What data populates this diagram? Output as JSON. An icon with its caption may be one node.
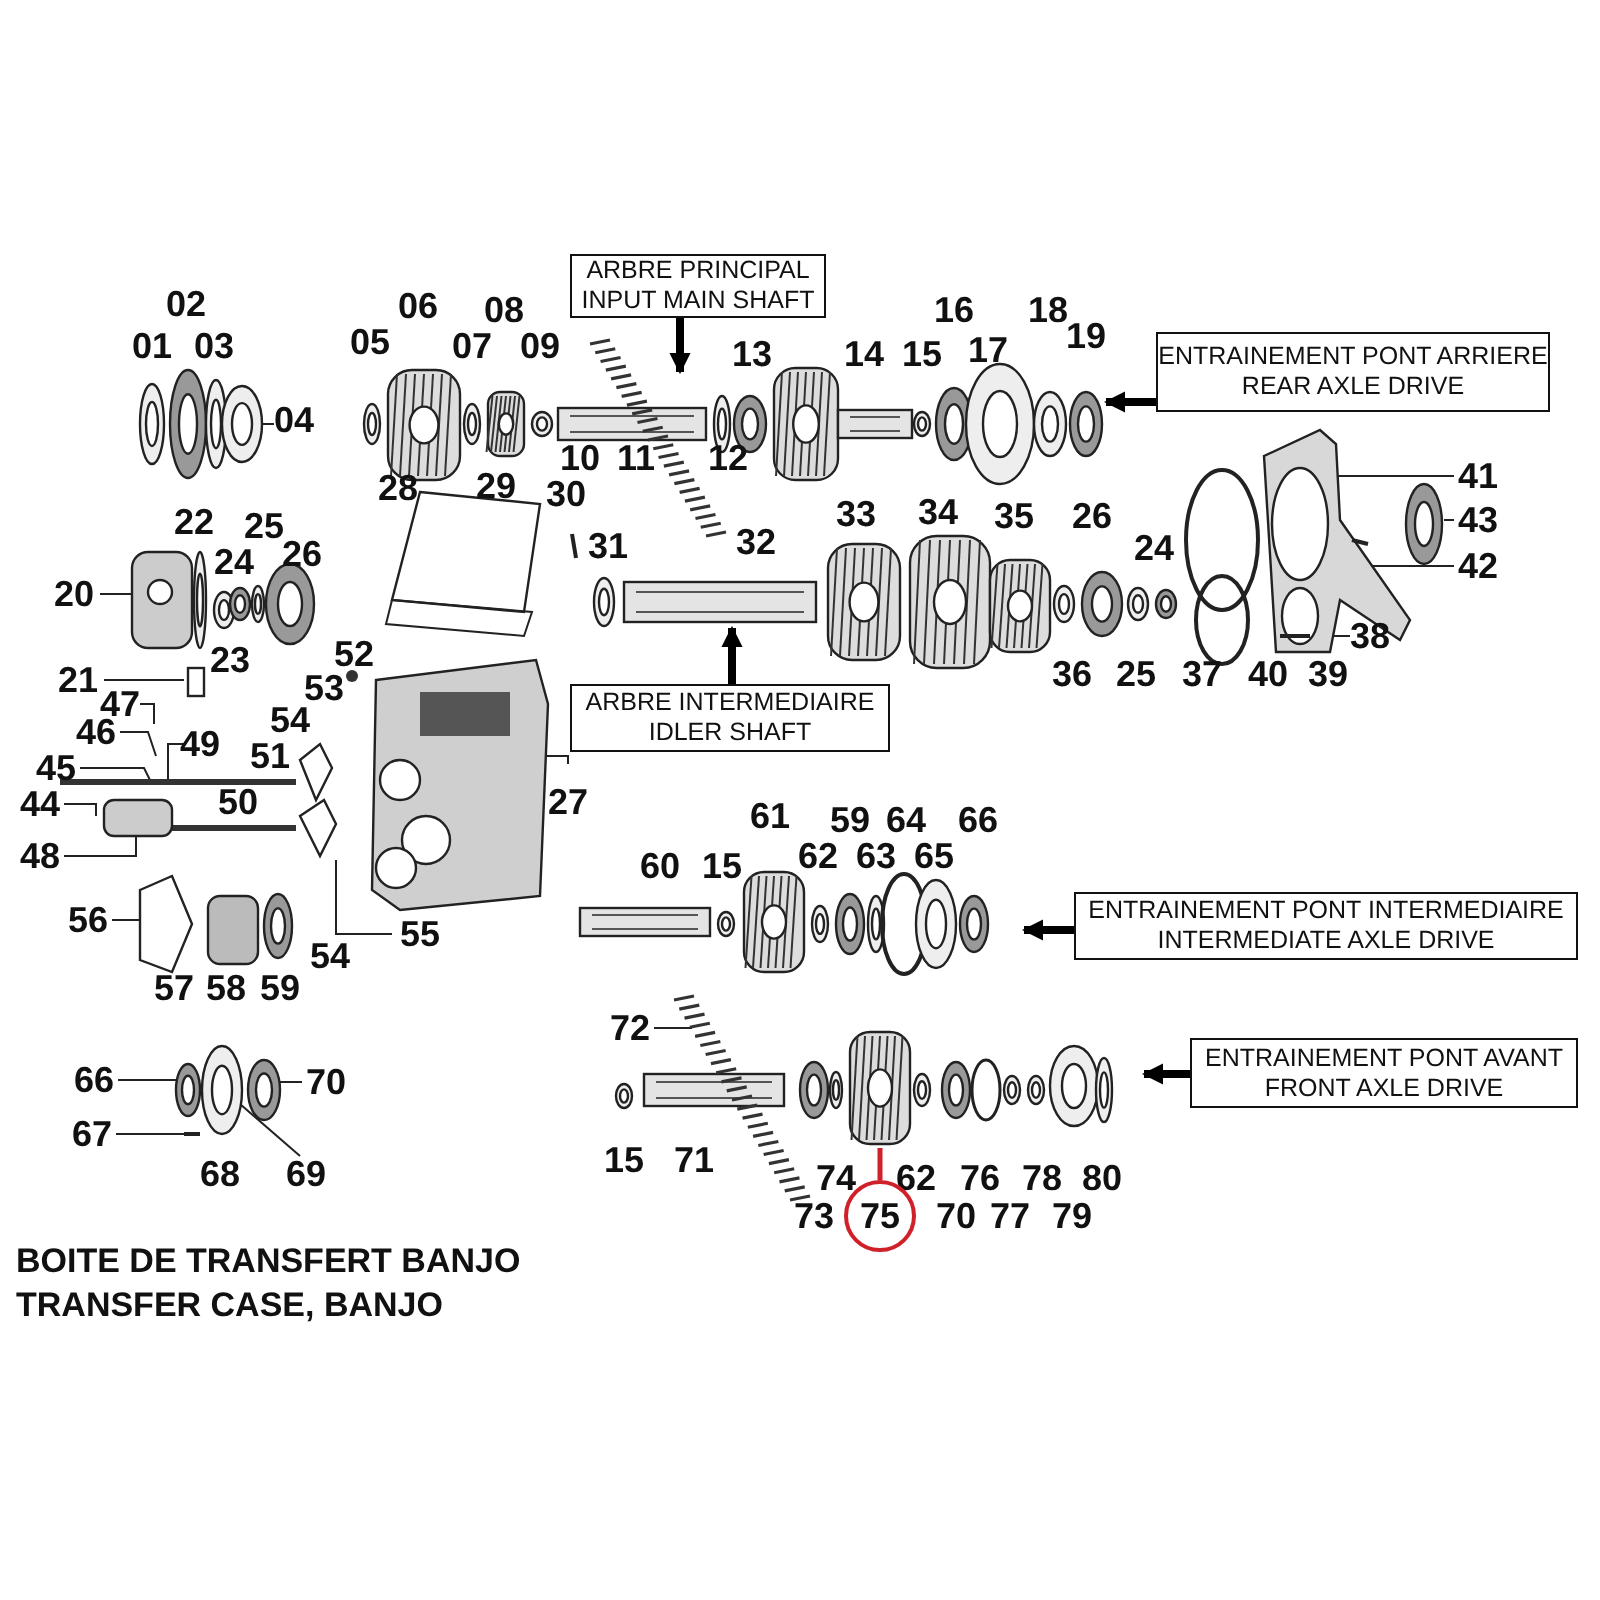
{
  "diagram": {
    "title": "BOITE DE TRANSFERT BANJO TRANSFER CASE, BANJO",
    "nodes": [
      {
        "text": [
          "ARBRE PRINCIPAL",
          "INPUT MAIN SHAFT"
        ]
      },
      {
        "text": [
          "ENTRAINEMENT PONT ARRIERE",
          "REAR AXLE DRIVE"
        ]
      },
      {
        "text": [
          "ARBRE INTERMEDIAIRE",
          "IDLER SHAFT"
        ]
      },
      {
        "text": [
          "ENTRAINEMENT PONT INTERMEDIAIRE",
          "INTERMEDIATE AXLE DRIVE"
        ]
      },
      {
        "text": [
          "ENTRAINEMENT PONT AVANT",
          "FRONT AXLE DRIVE"
        ]
      },
      {
        "text": [
          "75"
        ]
      }
    ],
    "edges": [
      {
        "from": 0,
        "to": null,
        "arrow": "to"
      },
      {
        "from": 1,
        "to": null,
        "arrow": "to"
      },
      {
        "from": 2,
        "to": null,
        "arrow": "to"
      },
      {
        "from": 3,
        "to": null,
        "arrow": "to"
      },
      {
        "from": 4,
        "to": null,
        "arrow": "to"
      },
      {
        "from": 5,
        "to": null,
        "arrow": "none",
        "color": "#d0212a"
      }
    ],
    "labels": [
      "01",
      "02",
      "03",
      "04",
      "05",
      "06",
      "07",
      "08",
      "09",
      "10",
      "11",
      "12",
      "13",
      "14",
      "15",
      "16",
      "17",
      "18",
      "19",
      "20",
      "22",
      "25",
      "24",
      "26",
      "28",
      "29",
      "30",
      "31",
      "32",
      "33",
      "34",
      "35",
      "26",
      "24",
      "41",
      "43",
      "42",
      "38",
      "21",
      "23",
      "53",
      "52",
      "47",
      "54",
      "36",
      "25",
      "37",
      "40",
      "39",
      "46",
      "45",
      "49",
      "51",
      "44",
      "50",
      "27",
      "61",
      "59",
      "64",
      "66",
      "48",
      "60",
      "15",
      "62",
      "63",
      "65",
      "56",
      "54",
      "55",
      "57",
      "58",
      "59",
      "72",
      "66",
      "70",
      "67",
      "68",
      "69",
      "15",
      "71",
      "74",
      "62",
      "76",
      "78",
      "80",
      "73",
      "70",
      "77",
      "79"
    ]
  }
}
